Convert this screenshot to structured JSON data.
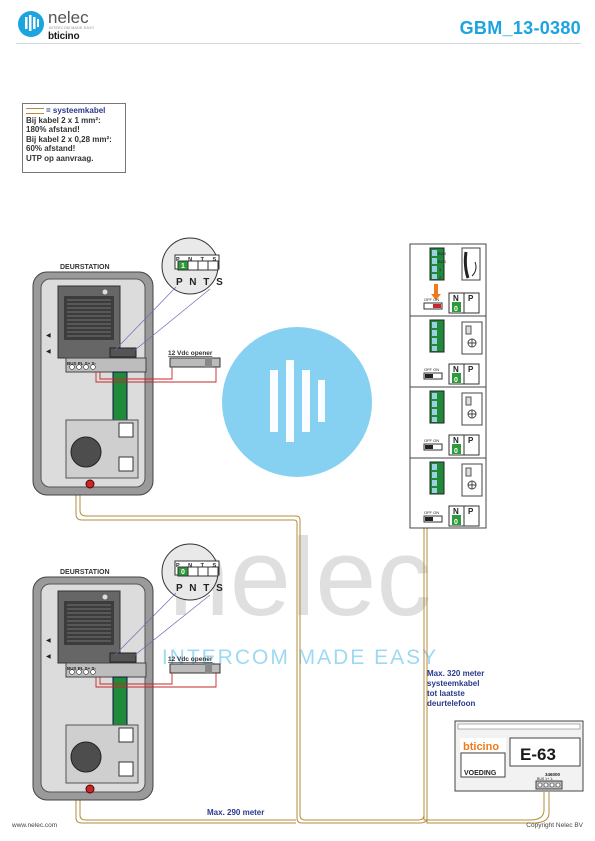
{
  "brand": {
    "name": "nelec",
    "tagline": "INTERCOM MADE EASY",
    "partner": "bticino"
  },
  "document": {
    "code": "GBM_13-0380"
  },
  "legend": {
    "title": "= systeemkabel",
    "lines": [
      "Bij kabel 2 x 1 mm²:",
      "180% afstand!",
      "Bij kabel 2 x 0,28 mm²:",
      "60% afstand!",
      "UTP op aanvraag."
    ]
  },
  "door_stations": [
    {
      "label": "DEURSTATION",
      "terminals": "BUS PL S+ S-",
      "switch_digit": "1",
      "opener": "12 Vdc opener"
    },
    {
      "label": "DEURSTATION",
      "terminals": "BUS PL S+ S-",
      "switch_digit": "0",
      "opener": "12 Vdc opener"
    }
  ],
  "dip": {
    "top": "P N T S",
    "bottom": "P N T S"
  },
  "phones": {
    "terminal_labels": [
      "BUS",
      "BUS",
      "1",
      "2"
    ],
    "offon": "OFF ON",
    "n_label": "N",
    "p_label": "P",
    "n_value": "0"
  },
  "power": {
    "brand": "bticino",
    "model": "E-63",
    "name": "VOEDING",
    "partno": "346000",
    "terminals": "BUS 1+ 1-"
  },
  "notes": {
    "max_phone": [
      "Max. 320 meter",
      "systeemkabel",
      "tot laatste",
      "deurtelefoon"
    ],
    "max_door": "Max. 290 meter"
  },
  "watermark": {
    "word": "nelec",
    "tagline": "INTERCOM MADE EASY"
  },
  "footer": {
    "website": "www.nelec.com",
    "copyright": "Copyright Nelec BV"
  },
  "colors": {
    "accent": "#1ba4df",
    "cable": "#b58d3c",
    "label_blue": "#2a3a8c",
    "red": "#c62828",
    "green": "#2e9b3a",
    "orange": "#f07a1a"
  }
}
